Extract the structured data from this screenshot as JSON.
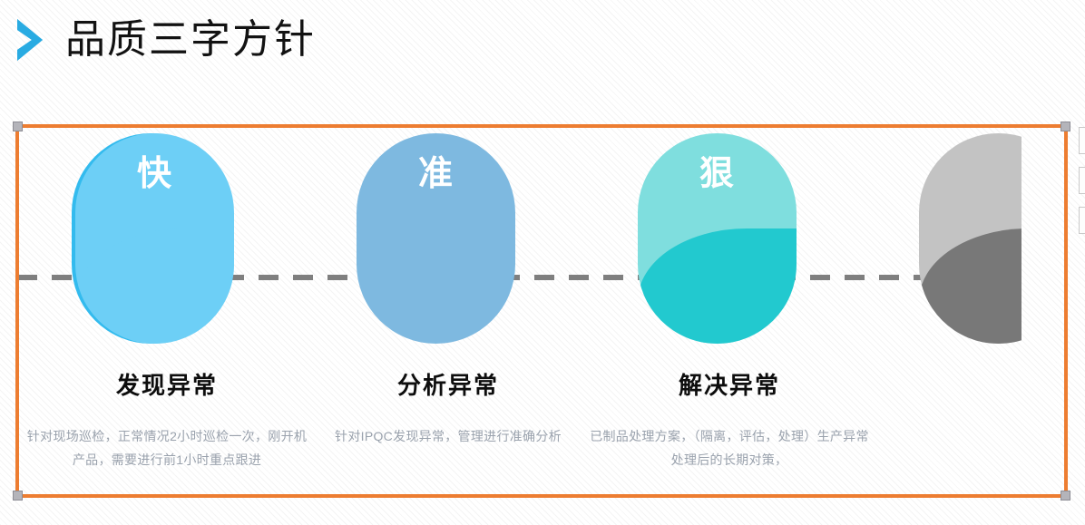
{
  "header": {
    "title": "品质三字方针",
    "chevron_icon": "chevron-right-icon",
    "chevron_color": "#29ABE2"
  },
  "selection": {
    "border_color": "#ED7D31",
    "handle_color": "#B4B4BA"
  },
  "connector": {
    "style": "dashed",
    "color": "#7F7F7F"
  },
  "stages": [
    {
      "char": "快",
      "heading": "发现异常",
      "description": "针对现场巡检，正常情况2小时巡检一次，刚开机产品，需要进行前1小时重点跟进",
      "color": "#6DCFF6",
      "back_color": "#33BBEE",
      "overlay_color": "#6DCFF6"
    },
    {
      "char": "准",
      "heading": "分析异常",
      "description": "针对IPQC发现异常，管理进行准确分析",
      "color": "#7EB9E0",
      "back_color": "#7EB9E0",
      "overlay_color": "#7EB9E0"
    },
    {
      "char": "狠",
      "heading": "解决异常",
      "description": "已制品处理方案，（隔离，评估，处理）生产异常处理后的长期对策，",
      "color": "#7FDEDE",
      "back_color": "#7FDEDE",
      "overlay_color": "#22C9CF"
    },
    {
      "char": "",
      "heading": "",
      "description": "",
      "color": "#C3C3C3",
      "back_color": "#C3C3C3",
      "overlay_color": "#787878"
    }
  ]
}
